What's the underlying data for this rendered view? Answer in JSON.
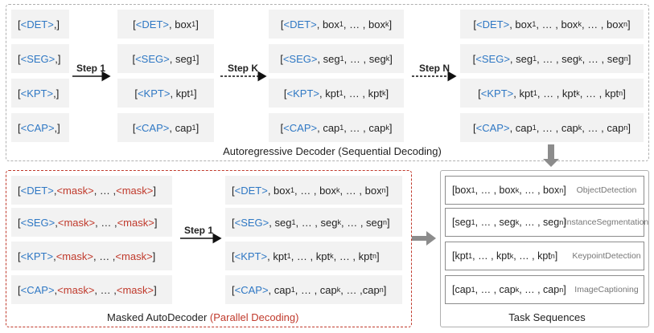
{
  "autoregressive": {
    "caption": "Autoregressive Decoder (Sequential Decoding)",
    "step_labels": [
      "Step 1",
      "Step K",
      "Step N"
    ],
    "columns": [
      [
        [
          {
            "t": "[",
            "c": "blk"
          },
          {
            "t": "<DET>",
            "c": "tok"
          },
          {
            "t": ",]",
            "c": "blk"
          }
        ],
        [
          {
            "t": "[",
            "c": "blk"
          },
          {
            "t": "<SEG>",
            "c": "tok"
          },
          {
            "t": ",]",
            "c": "blk"
          }
        ],
        [
          {
            "t": "[",
            "c": "blk"
          },
          {
            "t": "<KPT>",
            "c": "tok"
          },
          {
            "t": ",]",
            "c": "blk"
          }
        ],
        [
          {
            "t": "[",
            "c": "blk"
          },
          {
            "t": "<CAP>",
            "c": "tok"
          },
          {
            "t": ",]",
            "c": "blk"
          }
        ]
      ],
      [
        [
          {
            "t": "[",
            "c": "blk"
          },
          {
            "t": "<DET>",
            "c": "tok"
          },
          {
            "t": ",  box",
            "c": "blk"
          },
          {
            "s": "1"
          },
          {
            "t": "]",
            "c": "blk"
          }
        ],
        [
          {
            "t": "[",
            "c": "blk"
          },
          {
            "t": "<SEG>",
            "c": "tok"
          },
          {
            "t": ",  seg",
            "c": "blk"
          },
          {
            "s": "1"
          },
          {
            "t": "]",
            "c": "blk"
          }
        ],
        [
          {
            "t": "[",
            "c": "blk"
          },
          {
            "t": "<KPT>",
            "c": "tok"
          },
          {
            "t": ",  kpt",
            "c": "blk"
          },
          {
            "s": "1"
          },
          {
            "t": "]",
            "c": "blk"
          }
        ],
        [
          {
            "t": "[",
            "c": "blk"
          },
          {
            "t": "<CAP>",
            "c": "tok"
          },
          {
            "t": ",  cap",
            "c": "blk"
          },
          {
            "s": "1"
          },
          {
            "t": "]",
            "c": "blk"
          }
        ]
      ],
      [
        [
          {
            "t": "[",
            "c": "blk"
          },
          {
            "t": "<DET>",
            "c": "tok"
          },
          {
            "t": ",  box",
            "c": "blk"
          },
          {
            "s": "1"
          },
          {
            "t": ", … , box",
            "c": "blk"
          },
          {
            "s": "k"
          },
          {
            "t": "]",
            "c": "blk"
          }
        ],
        [
          {
            "t": "[",
            "c": "blk"
          },
          {
            "t": "<SEG>",
            "c": "tok"
          },
          {
            "t": ",  seg",
            "c": "blk"
          },
          {
            "s": "1"
          },
          {
            "t": ", … , seg",
            "c": "blk"
          },
          {
            "s": "k"
          },
          {
            "t": "]",
            "c": "blk"
          }
        ],
        [
          {
            "t": "[",
            "c": "blk"
          },
          {
            "t": "<KPT>",
            "c": "tok"
          },
          {
            "t": ",  kpt",
            "c": "blk"
          },
          {
            "s": "1"
          },
          {
            "t": ", … , kpt",
            "c": "blk"
          },
          {
            "s": "k"
          },
          {
            "t": "]",
            "c": "blk"
          }
        ],
        [
          {
            "t": "[",
            "c": "blk"
          },
          {
            "t": "<CAP>",
            "c": "tok"
          },
          {
            "t": ",  cap",
            "c": "blk"
          },
          {
            "s": "1"
          },
          {
            "t": ", … , cap",
            "c": "blk"
          },
          {
            "s": "k"
          },
          {
            "t": "]",
            "c": "blk"
          }
        ]
      ],
      [
        [
          {
            "t": "[",
            "c": "blk"
          },
          {
            "t": "<DET>",
            "c": "tok"
          },
          {
            "t": ",  box",
            "c": "blk"
          },
          {
            "s": "1"
          },
          {
            "t": ", … , box",
            "c": "blk"
          },
          {
            "s": "k"
          },
          {
            "t": ", … , box",
            "c": "blk"
          },
          {
            "s": "n"
          },
          {
            "t": "]",
            "c": "blk"
          }
        ],
        [
          {
            "t": "[",
            "c": "blk"
          },
          {
            "t": "<SEG>",
            "c": "tok"
          },
          {
            "t": ",  seg",
            "c": "blk"
          },
          {
            "s": "1"
          },
          {
            "t": ", … , seg",
            "c": "blk"
          },
          {
            "s": "k"
          },
          {
            "t": ", … , seg",
            "c": "blk"
          },
          {
            "s": "n"
          },
          {
            "t": "]",
            "c": "blk"
          }
        ],
        [
          {
            "t": "[",
            "c": "blk"
          },
          {
            "t": "<KPT>",
            "c": "tok"
          },
          {
            "t": ",  kpt",
            "c": "blk"
          },
          {
            "s": "1"
          },
          {
            "t": ", … , kpt",
            "c": "blk"
          },
          {
            "s": "k"
          },
          {
            "t": ", … , kpt",
            "c": "blk"
          },
          {
            "s": "n"
          },
          {
            "t": "]",
            "c": "blk"
          }
        ],
        [
          {
            "t": "[",
            "c": "blk"
          },
          {
            "t": "<CAP>",
            "c": "tok"
          },
          {
            "t": ",  cap",
            "c": "blk"
          },
          {
            "s": "1"
          },
          {
            "t": ", … , cap",
            "c": "blk"
          },
          {
            "s": "k"
          },
          {
            "t": ", … , cap",
            "c": "blk"
          },
          {
            "s": "n"
          },
          {
            "t": "]",
            "c": "blk"
          }
        ]
      ]
    ]
  },
  "masked": {
    "caption_main": "Masked AutoDecoder ",
    "caption_highlight": "(Parallel Decoding)",
    "step_label": "Step 1",
    "columns": [
      [
        [
          {
            "t": "[",
            "c": "blk"
          },
          {
            "t": "<DET>",
            "c": "tok"
          },
          {
            "t": ", ",
            "c": "blk"
          },
          {
            "t": "<mask>",
            "c": "msk"
          },
          {
            "t": ", … , ",
            "c": "blk"
          },
          {
            "t": "<mask>",
            "c": "msk"
          },
          {
            "t": "]",
            "c": "blk"
          }
        ],
        [
          {
            "t": "[",
            "c": "blk"
          },
          {
            "t": "<SEG>",
            "c": "tok"
          },
          {
            "t": ", ",
            "c": "blk"
          },
          {
            "t": "<mask>",
            "c": "msk"
          },
          {
            "t": ", … , ",
            "c": "blk"
          },
          {
            "t": "<mask>",
            "c": "msk"
          },
          {
            "t": "]",
            "c": "blk"
          }
        ],
        [
          {
            "t": "[",
            "c": "blk"
          },
          {
            "t": "<KPT>",
            "c": "tok"
          },
          {
            "t": ", ",
            "c": "blk"
          },
          {
            "t": "<mask>",
            "c": "msk"
          },
          {
            "t": ", … , ",
            "c": "blk"
          },
          {
            "t": "<mask>",
            "c": "msk"
          },
          {
            "t": "]",
            "c": "blk"
          }
        ],
        [
          {
            "t": "[",
            "c": "blk"
          },
          {
            "t": "<CAP>",
            "c": "tok"
          },
          {
            "t": ", ",
            "c": "blk"
          },
          {
            "t": "<mask>",
            "c": "msk"
          },
          {
            "t": ", … , ",
            "c": "blk"
          },
          {
            "t": "<mask>",
            "c": "msk"
          },
          {
            "t": "]",
            "c": "blk"
          }
        ]
      ],
      [
        [
          {
            "t": "[",
            "c": "blk"
          },
          {
            "t": "<DET>",
            "c": "tok"
          },
          {
            "t": ", box",
            "c": "blk"
          },
          {
            "s": "1"
          },
          {
            "t": ", … , box",
            "c": "blk"
          },
          {
            "s": "k"
          },
          {
            "t": ", … , box",
            "c": "blk"
          },
          {
            "s": "n"
          },
          {
            "t": "]",
            "c": "blk"
          }
        ],
        [
          {
            "t": "[",
            "c": "blk"
          },
          {
            "t": "<SEG>",
            "c": "tok"
          },
          {
            "t": ", seg",
            "c": "blk"
          },
          {
            "s": "1"
          },
          {
            "t": ", … , seg",
            "c": "blk"
          },
          {
            "s": "k"
          },
          {
            "t": ", … , seg",
            "c": "blk"
          },
          {
            "s": "n"
          },
          {
            "t": "]",
            "c": "blk"
          }
        ],
        [
          {
            "t": "[",
            "c": "blk"
          },
          {
            "t": "<KPT>",
            "c": "tok"
          },
          {
            "t": ",  kpt",
            "c": "blk"
          },
          {
            "s": "1"
          },
          {
            "t": ", … , kpt",
            "c": "blk"
          },
          {
            "s": "k"
          },
          {
            "t": ", … , kpt",
            "c": "blk"
          },
          {
            "s": "n"
          },
          {
            "t": "]",
            "c": "blk"
          }
        ],
        [
          {
            "t": "[",
            "c": "blk"
          },
          {
            "t": "<CAP>",
            "c": "tok"
          },
          {
            "t": ", cap",
            "c": "blk"
          },
          {
            "s": "1"
          },
          {
            "t": ", … , cap",
            "c": "blk"
          },
          {
            "s": "k"
          },
          {
            "t": ", … ,cap",
            "c": "blk"
          },
          {
            "s": "n"
          },
          {
            "t": "]",
            "c": "blk"
          }
        ]
      ]
    ]
  },
  "tasks": {
    "caption": "Task Sequences",
    "items": [
      {
        "seq": [
          {
            "t": "[box",
            "c": "blk"
          },
          {
            "s": "1"
          },
          {
            "t": ", … , box",
            "c": "blk"
          },
          {
            "s": "k"
          },
          {
            "t": ", … , box",
            "c": "blk"
          },
          {
            "s": "n"
          },
          {
            "t": "]",
            "c": "blk"
          }
        ],
        "label_1": "Object",
        "label_2": "Detection"
      },
      {
        "seq": [
          {
            "t": "[seg",
            "c": "blk"
          },
          {
            "s": "1"
          },
          {
            "t": ", … ,  seg",
            "c": "blk"
          },
          {
            "s": "k"
          },
          {
            "t": ", … , seg",
            "c": "blk"
          },
          {
            "s": "n"
          },
          {
            "t": "]",
            "c": "blk"
          }
        ],
        "label_1": "Instance",
        "label_2": "Segmentation"
      },
      {
        "seq": [
          {
            "t": "[kpt",
            "c": "blk"
          },
          {
            "s": "1"
          },
          {
            "t": ", … ,  kpt",
            "c": "blk"
          },
          {
            "s": "k"
          },
          {
            "t": ", … , kpt",
            "c": "blk"
          },
          {
            "s": "n"
          },
          {
            "t": "]",
            "c": "blk"
          }
        ],
        "label_1": "Keypoint",
        "label_2": "Detection"
      },
      {
        "seq": [
          {
            "t": "[cap",
            "c": "blk"
          },
          {
            "s": "1"
          },
          {
            "t": ", … , cap",
            "c": "blk"
          },
          {
            "s": "k"
          },
          {
            "t": ", … , cap",
            "c": "blk"
          },
          {
            "s": "n"
          },
          {
            "t": "]",
            "c": "blk"
          }
        ],
        "label_1": "Image",
        "label_2": "Captioning"
      }
    ]
  },
  "colors": {
    "token_blue": "#2f78c4",
    "mask_red": "#c0392b",
    "cell_bg": "#f2f2f2",
    "ar_frame": "#b0b0b0",
    "masked_frame": "#c0392b",
    "arrow_gray": "#8c8c8c"
  }
}
